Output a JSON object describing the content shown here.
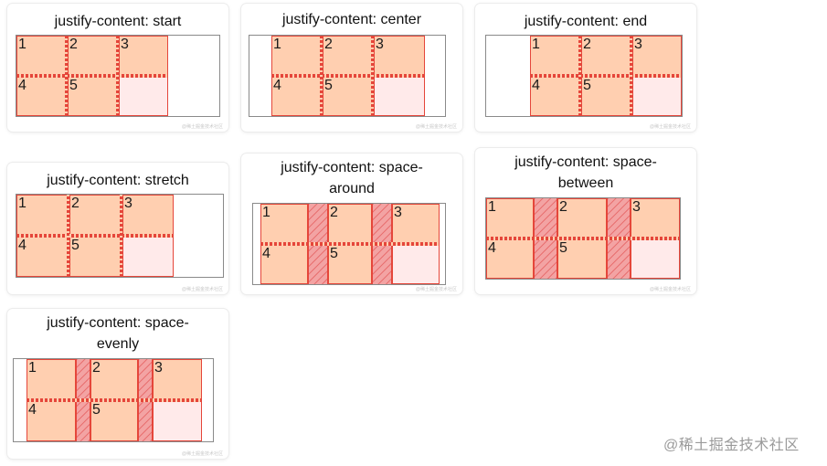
{
  "accent_colors": {
    "track_fill": "#ffcfb0",
    "track_border": "#e5463a",
    "gap_fill": "#f3a3a3",
    "empty_cell": "#ffeaea"
  },
  "cell_numbers": [
    "1",
    "2",
    "3",
    "4",
    "5"
  ],
  "panels": [
    {
      "title": "justify-content: start",
      "watermark": "@稀土掘金技术社区"
    },
    {
      "title": "justify-content: center",
      "watermark": "@稀土掘金技术社区"
    },
    {
      "title": "justify-content: end",
      "watermark": "@稀土掘金技术社区"
    },
    {
      "title": "justify-content: stretch",
      "watermark": "@稀土掘金技术社区"
    },
    {
      "title": "justify-content: space-\naround",
      "watermark": "@稀土掘金技术社区"
    },
    {
      "title": "justify-content: space-\nbetween",
      "watermark": "@稀土掘金技术社区"
    },
    {
      "title": "justify-content: space-\nevenly",
      "watermark": "@稀土掘金技术社区"
    }
  ],
  "site_watermark": "@稀土掘金技术社区"
}
